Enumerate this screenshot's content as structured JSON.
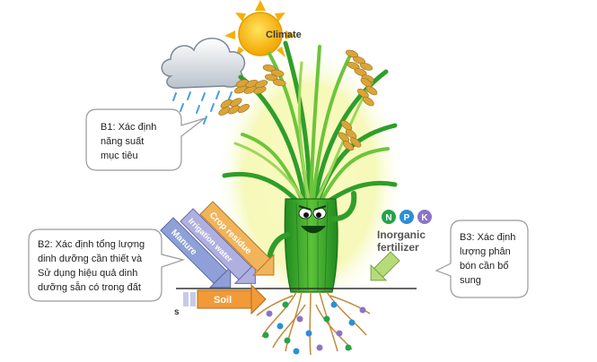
{
  "sun": {
    "label": "Climate",
    "color": "#f7b500"
  },
  "callouts": {
    "b1": {
      "lines": [
        "B1: Xác định",
        "năng suất",
        "mục tiêu"
      ]
    },
    "b2": {
      "lines": [
        "B2: Xác định tổng lượng",
        "dinh dưỡng cần thiết và",
        "Sử dụng hiệu quả dinh",
        "dưỡng sẵn có trong đất"
      ]
    },
    "b3": {
      "lines": [
        "B3: Xác định",
        "lượng phân",
        "bón cần bổ",
        "sung"
      ]
    }
  },
  "inputs": {
    "arrows": [
      {
        "label": "Manure",
        "color": "#8fa0d8"
      },
      {
        "label": "Irrigation water",
        "color": "#b0b0e0"
      },
      {
        "label": "Crop residue",
        "color": "#f2b45a"
      }
    ],
    "soil": {
      "label": "Soil",
      "color": "#f29a38"
    },
    "soil_prefix": "s"
  },
  "fertilizer": {
    "nutrients": [
      {
        "symbol": "N",
        "color": "#27a24b"
      },
      {
        "symbol": "P",
        "color": "#2b8fd6"
      },
      {
        "symbol": "K",
        "color": "#8b74c8"
      }
    ],
    "label_lines": [
      "Inorganic",
      "fertilizer"
    ],
    "arrow_color": "#b6dc7a"
  },
  "colors": {
    "plant_green": "#2f9e2a",
    "plant_light": "#7cc94a",
    "grain": "#d9a53a",
    "cloud": "#c7ced6",
    "rain": "#4aa0d8",
    "root": "#c08a3e",
    "glow": "#f6f9a0"
  }
}
